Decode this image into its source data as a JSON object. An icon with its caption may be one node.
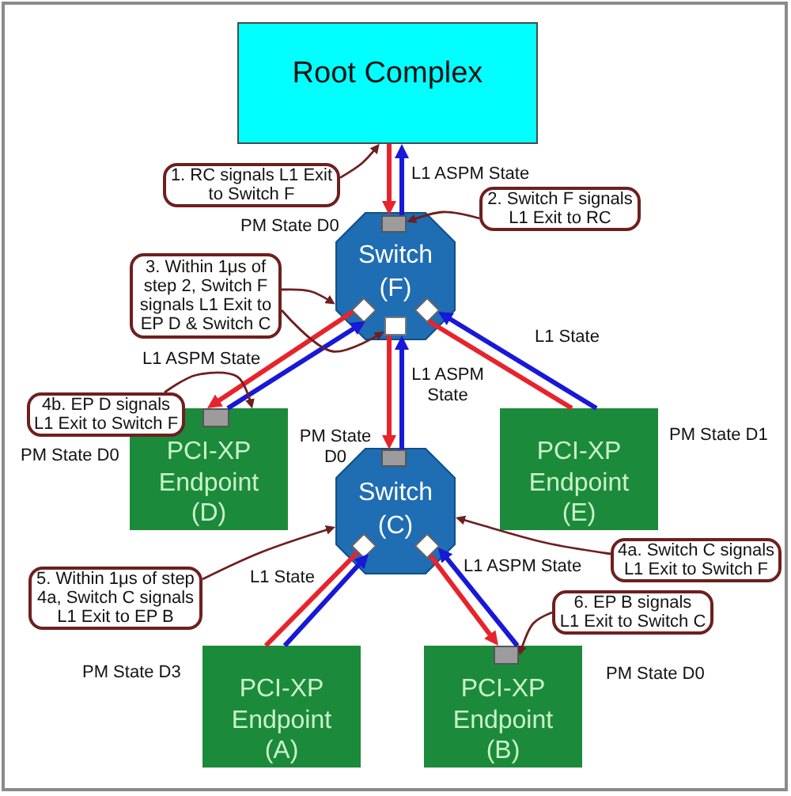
{
  "diagram": {
    "nodes": [
      {
        "text": [
          "Root Complex"
        ]
      },
      {
        "text": [
          "Switch (F)"
        ],
        "beside": [
          "PM State D0"
        ]
      },
      {
        "text": [
          "PCI-XP Endpoint (D)"
        ],
        "beside": [
          "PM State D0"
        ]
      },
      {
        "text": [
          "PCI-XP Endpoint (E)"
        ],
        "beside": [
          "PM State D1"
        ]
      },
      {
        "text": [
          "Switch (C)"
        ],
        "beside": [
          "PM State D0"
        ]
      },
      {
        "text": [
          "PCI-XP Endpoint (A)"
        ],
        "beside": [
          "PM State D3"
        ]
      },
      {
        "text": [
          "PCI-XP Endpoint (B)"
        ],
        "beside": [
          "PM State D0"
        ]
      },
      {
        "text": [
          "1. RC signals L1 Exit to Switch F"
        ]
      },
      {
        "text": [
          "2. Switch F signals L1 Exit to RC"
        ]
      },
      {
        "text": [
          "3. Within 1μs of step 2, Switch F signals L1 Exit to EP D & Switch C"
        ]
      },
      {
        "text": [
          "4b. EP D signals L1 Exit to Switch F"
        ]
      },
      {
        "text": [
          "4a. Switch C signals L1 Exit to Switch F"
        ]
      },
      {
        "text": [
          "5. Within 1μs of step 4a, Switch C signals L1 Exit to EP B"
        ]
      },
      {
        "text": [
          "6. EP B signals L1 Exit to Switch C"
        ]
      },
      {
        "text": [],
        "shape": "box",
        "in": 1
      },
      {
        "text": [],
        "shape": "diamond",
        "in": 1
      },
      {
        "text": [],
        "shape": "box",
        "in": 1
      },
      {
        "text": [],
        "shape": "diamond",
        "in": 1
      },
      {
        "text": [],
        "shape": "box",
        "in": 2
      },
      {
        "text": [],
        "shape": "box",
        "in": 4
      },
      {
        "text": [],
        "shape": "diamond",
        "in": 4
      },
      {
        "text": [],
        "shape": "diamond",
        "in": 4
      },
      {
        "text": [],
        "shape": "box",
        "in": 6
      }
    ],
    "edges": [
      {
        "from": 0,
        "to": 14,
        "arrow": "to",
        "color": "#e8232b"
      },
      {
        "from": 14,
        "to": 0,
        "arrow": "to",
        "color": "#1818d8"
      },
      {
        "from": 15,
        "to": 18,
        "arrow": "to",
        "color": "#e8232b"
      },
      {
        "from": 18,
        "to": 15,
        "arrow": "to",
        "color": "#1818d8"
      },
      {
        "from": 16,
        "to": 19,
        "arrow": "to",
        "color": "#e8232b"
      },
      {
        "from": 19,
        "to": 16,
        "arrow": "to",
        "color": "#1818d8"
      },
      {
        "from": 17,
        "to": 3,
        "arrow": "none",
        "color": "#e8232b"
      },
      {
        "from": 3,
        "to": 17,
        "arrow": "to",
        "color": "#1818d8"
      },
      {
        "from": 20,
        "to": 5,
        "arrow": "none",
        "color": "#e8232b"
      },
      {
        "from": 5,
        "to": 20,
        "arrow": "to",
        "color": "#1818d8"
      },
      {
        "from": 21,
        "to": 22,
        "arrow": "to",
        "color": "#e8232b"
      },
      {
        "from": 22,
        "to": 21,
        "arrow": "to",
        "color": "#1818d8"
      },
      {
        "from": 7,
        "to": 0,
        "arrow": "to"
      },
      {
        "from": 8,
        "to": 14,
        "arrow": "to"
      },
      {
        "from": 9,
        "to": 1,
        "arrow": "to"
      },
      {
        "from": 9,
        "to": 16,
        "arrow": "to"
      },
      {
        "from": 10,
        "to": 2,
        "arrow": "to"
      },
      {
        "from": 11,
        "to": 4,
        "arrow": "to"
      },
      {
        "from": 12,
        "to": 4,
        "arrow": "to"
      },
      {
        "from": 13,
        "to": 22,
        "arrow": "to"
      }
    ],
    "labels": [
      "L1 ASPM State",
      "L1 State",
      "L1 ASPM State",
      "L1 ASPM State",
      "L1 ASPM State",
      "L1 State"
    ]
  }
}
